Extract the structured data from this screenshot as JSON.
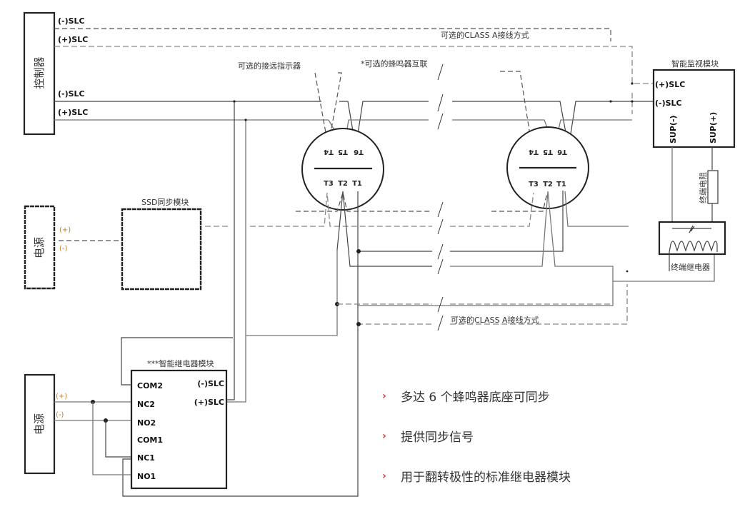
{
  "controller": {
    "title": "控制器",
    "terminals": [
      "(-)SLC",
      "(+)SLC",
      "(-)SLC",
      "(+)SLC"
    ]
  },
  "power_top": {
    "title": "电源",
    "plus": "(+)",
    "minus": "(-)"
  },
  "power_bottom": {
    "title": "电源",
    "plus": "(+)",
    "minus": "(-)"
  },
  "ssd_module": {
    "title": "SSD同步模块"
  },
  "relay_module": {
    "title": "***智能继电器模块",
    "left_terminals": [
      "COM2",
      "NC2",
      "NO2",
      "COM1",
      "NC1",
      "NO1"
    ],
    "right_terminals": [
      "(-)SLC",
      "(+)SLC"
    ]
  },
  "monitor_module": {
    "title": "智能监视模块",
    "terminals": [
      "(+)SLC",
      "(-)SLC"
    ],
    "sup_terminals": [
      "SUP(-)",
      "SUP(+)"
    ]
  },
  "eol_resistor": {
    "label": "终端电阻"
  },
  "eol_relay": {
    "label": "终端继电器"
  },
  "sounder_base": {
    "upper_terminals": [
      "T4",
      "T5",
      "T6"
    ],
    "lower_terminals": [
      "T3",
      "T2",
      "T1"
    ]
  },
  "annotations": {
    "class_a_top": "可选的CLASS A接线方式",
    "class_a_bottom": "可选的CLASS A接线方式",
    "remote_indicator": "可选的接远指示器",
    "sounder_interconnect": "*可选的蜂鸣器互联"
  },
  "features": [
    {
      "icon": "chevron-right-icon",
      "glyph": "›",
      "text": "多达 6 个蜂鸣器底座可同步"
    },
    {
      "icon": "chevron-right-icon",
      "glyph": "›",
      "text": "提供同步信号"
    },
    {
      "icon": "chevron-right-icon",
      "glyph": "›",
      "text": "用于翻转极性的标准继电器模块"
    }
  ],
  "colors": {
    "accent": "#e0302e",
    "polarity_label": "#c07a20",
    "wire": "#444444",
    "wire_light": "#888888"
  }
}
